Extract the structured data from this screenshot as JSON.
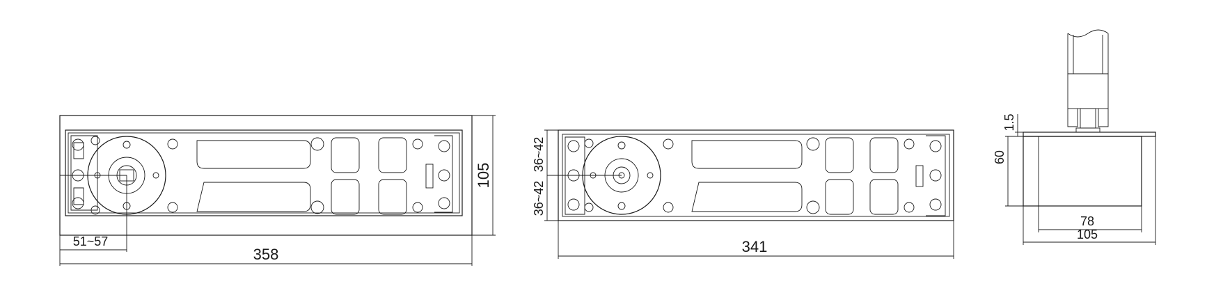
{
  "drawing": {
    "view1": {
      "overall_length": "358",
      "overall_width": "105",
      "pivot_offset": "51~57"
    },
    "view2": {
      "overall_length": "341",
      "pivot_offset_top": "36~42",
      "pivot_offset_bottom": "36~42"
    },
    "view3": {
      "height": "60",
      "gap": "1.5",
      "inner_width": "78",
      "outer_width": "105"
    }
  }
}
